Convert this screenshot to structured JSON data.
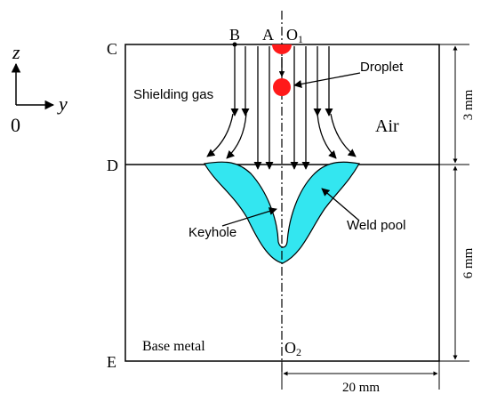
{
  "points": {
    "c": "C",
    "d": "D",
    "e": "E",
    "b": "B",
    "a": "A",
    "o1_main": "O",
    "o1_sub": "1",
    "o2_main": "O",
    "o2_sub": "2"
  },
  "axes": {
    "z": "z",
    "y": "y",
    "origin": "0"
  },
  "labels": {
    "droplet": "Droplet",
    "shielding_gas": "Shielding gas",
    "air": "Air",
    "keyhole": "Keyhole",
    "weld_pool": "Weld pool",
    "base_metal": "Base metal"
  },
  "dimensions": {
    "top_height": "3 mm",
    "bottom_height": "6 mm",
    "half_width": "20 mm"
  },
  "colors": {
    "weld_pool": "#33e6f0",
    "droplet": "#ff1a1a",
    "line": "#000000"
  }
}
